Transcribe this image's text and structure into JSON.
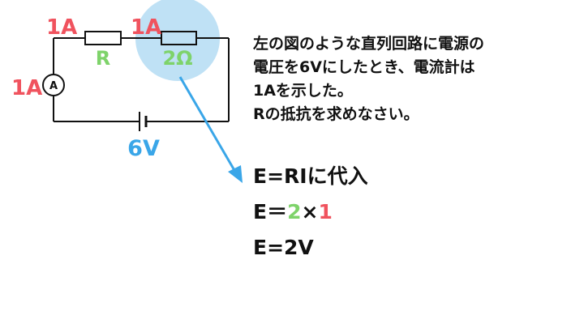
{
  "circuit": {
    "current_labels": [
      "1A",
      "1A",
      "1A"
    ],
    "resistor_unknown_label": "R",
    "resistor_known_label": "2Ω",
    "source_label": "6V",
    "ammeter_symbol": "A"
  },
  "problem": {
    "lines": [
      "左の図のような直列回路に電源の",
      "電圧を6Vにしたとき、電流計は",
      "1Aを示した。",
      "Rの抵抗を求めなさい。"
    ]
  },
  "solution": {
    "line1": "E=RIに代入",
    "line2_prefix": "E＝",
    "line2_r": "2",
    "line2_times": "×",
    "line2_i": "1",
    "line3": "E=2V"
  },
  "colors": {
    "current": "#f0535e",
    "resistance": "#7ed36a",
    "voltage": "#3aa6e8",
    "highlight": "#bfe1f5",
    "wire": "#111111"
  }
}
